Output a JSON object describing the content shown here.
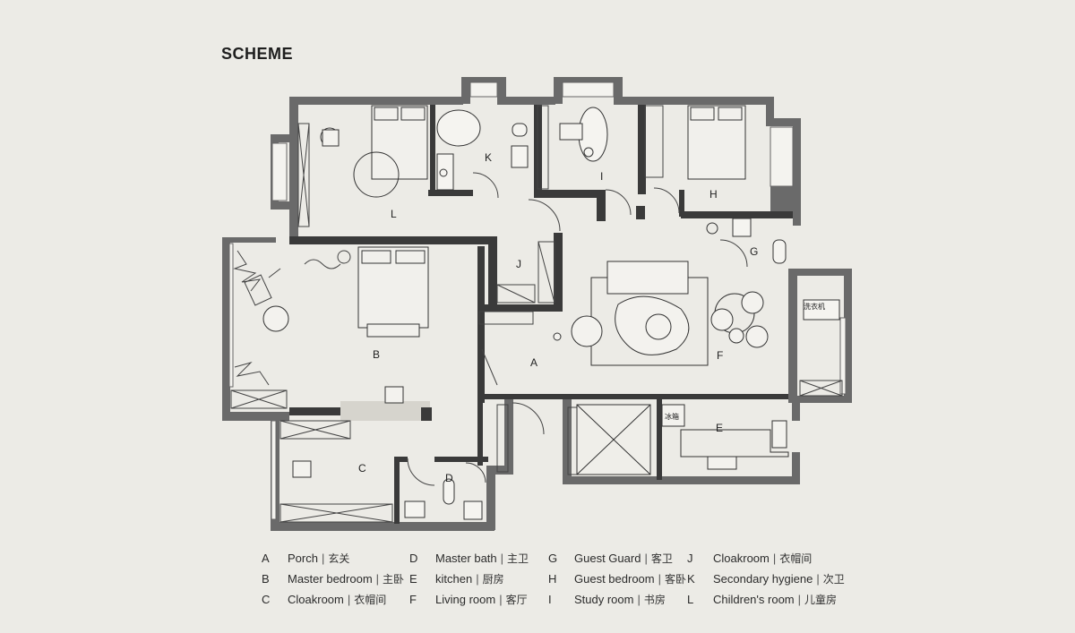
{
  "title": "SCHEME",
  "room_labels": {
    "a": "A",
    "b": "B",
    "c": "C",
    "d": "D",
    "e": "E",
    "f": "F",
    "g": "G",
    "h": "H",
    "i": "I",
    "j": "J",
    "k": "K",
    "l": "L"
  },
  "fixture_labels": {
    "fridge": "冰箱",
    "washer": "洗衣机"
  },
  "legend": [
    {
      "letter": "A",
      "en": "Porch",
      "sep": "|",
      "cn": "玄关"
    },
    {
      "letter": "B",
      "en": "Master bedroom",
      "sep": "|",
      "cn": "主卧"
    },
    {
      "letter": "C",
      "en": "Cloakroom",
      "sep": "|",
      "cn": "衣帽间"
    },
    {
      "letter": "D",
      "en": "Master bath",
      "sep": "|",
      "cn": "主卫"
    },
    {
      "letter": "E",
      "en": "kitchen",
      "sep": "|",
      "cn": "厨房"
    },
    {
      "letter": "F",
      "en": "Living room",
      "sep": "|",
      "cn": "客厅"
    },
    {
      "letter": "G",
      "en": "Guest Guard",
      "sep": "|",
      "cn": "客卫"
    },
    {
      "letter": "H",
      "en": "Guest bedroom",
      "sep": "|",
      "cn": "客卧"
    },
    {
      "letter": "I",
      "en": "Study room",
      "sep": "|",
      "cn": "书房"
    },
    {
      "letter": "J",
      "en": "Cloakroom",
      "sep": "|",
      "cn": "衣帽间"
    },
    {
      "letter": "K",
      "en": "Secondary hygiene",
      "sep": "|",
      "cn": "次卫"
    },
    {
      "letter": "L",
      "en": "Children's room",
      "sep": "|",
      "cn": "儿童房"
    }
  ]
}
